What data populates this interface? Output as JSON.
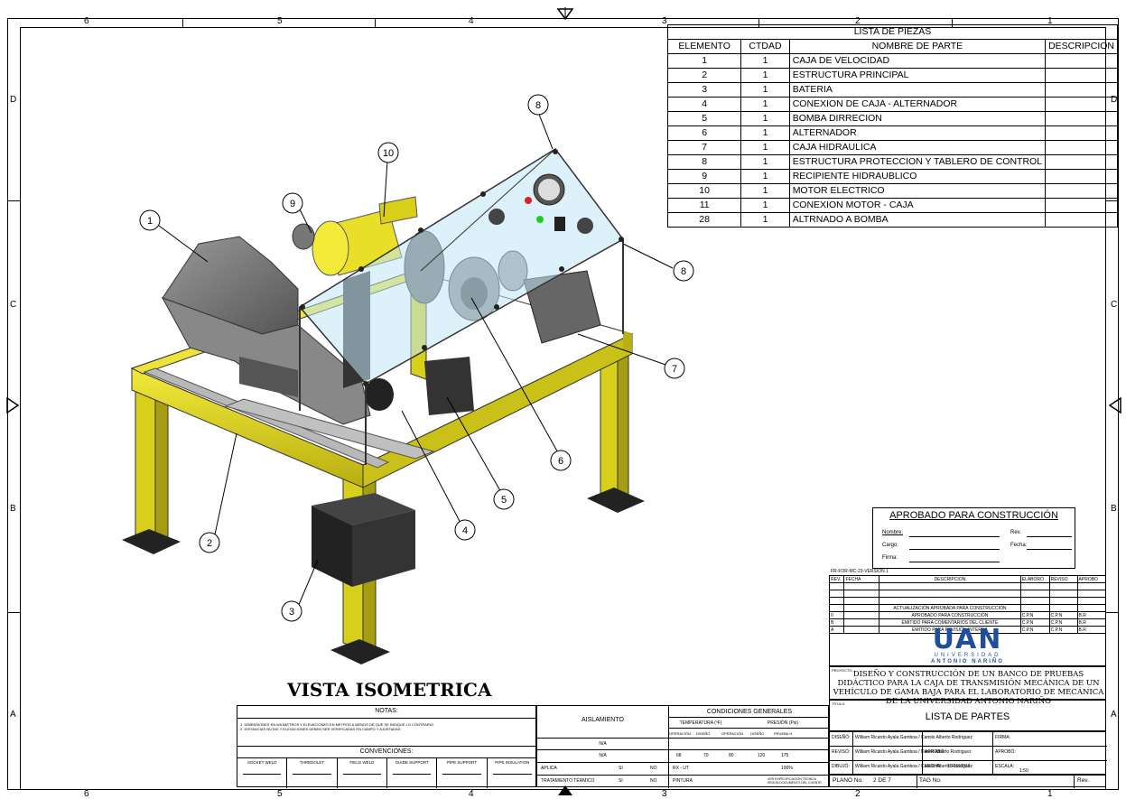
{
  "zones": {
    "top_cols": [
      "6",
      "5",
      "4",
      "3",
      "2",
      "1"
    ],
    "bottom_cols": [
      "6",
      "5",
      "4",
      "3",
      "2",
      "1"
    ],
    "rows": [
      "D",
      "C",
      "B",
      "A"
    ]
  },
  "parts_list": {
    "title": "LISTA DE PIEZAS",
    "headers": [
      "ELEMENTO",
      "CTDAD",
      "NOMBRE DE PARTE",
      "DESCRIPCION"
    ],
    "rows": [
      [
        "1",
        "1",
        "CAJA DE VELOCIDAD",
        ""
      ],
      [
        "2",
        "1",
        "ESTRUCTURA PRINCIPAL",
        ""
      ],
      [
        "3",
        "1",
        "BATERIA",
        ""
      ],
      [
        "4",
        "1",
        "CONEXION DE CAJA - ALTERNADOR",
        ""
      ],
      [
        "5",
        "1",
        "BOMBA DIRRECION",
        ""
      ],
      [
        "6",
        "1",
        " ALTERNADOR",
        ""
      ],
      [
        "7",
        "1",
        "CAJA HIDRAULICA",
        ""
      ],
      [
        "8",
        "1",
        "ESTRUCTURA PROTECCION Y TABLERO DE CONTROL",
        ""
      ],
      [
        "9",
        "1",
        "RECIPIENTE HIDRAUBLICO",
        ""
      ],
      [
        "10",
        "1",
        "MOTOR ELECTRICO",
        ""
      ],
      [
        "11",
        "1",
        "CONEXION MOTOR - CAJA",
        ""
      ],
      [
        "28",
        "1",
        "ALTRNADO A BOMBA",
        ""
      ]
    ]
  },
  "callouts": [
    "1",
    "2",
    "3",
    "4",
    "5",
    "6",
    "7",
    "8",
    "8",
    "9",
    "10"
  ],
  "view_title": "VISTA ISOMETRICA",
  "approval": {
    "title": "APROBADO PARA CONSTRUCCIÓN",
    "nombre": "Nombre:",
    "rev": "Rev.",
    "cargo": "Cargo:",
    "fecha": "Fecha:",
    "firma": "Firma:"
  },
  "revisions": {
    "code": "FR-FOR-MC-23-VERSIÓN 1",
    "headers": [
      "REV.",
      "FECHA",
      "DESCRIPCION",
      "ELABORO",
      "REVISO",
      "APROBO"
    ],
    "rows": [
      [
        "",
        "",
        "ACTUALIZACIÓN APROBADA PARA CONSTRUCCIÓN",
        "",
        "",
        ""
      ],
      [
        "0",
        "",
        "APROBADO PARA CONSTRUCCIÓN",
        "C.P.N",
        "C.P.N",
        "B.R"
      ],
      [
        "B",
        "",
        "EMITIDO PARA COMENTARIOS DEL CLIENTE",
        "C.P.N",
        "C.P.N",
        "B.R"
      ],
      [
        "A",
        "",
        "EMITIDO PARA REVISIÓN INTERNA",
        "C.P.N",
        "C.P.N",
        "B.R"
      ]
    ]
  },
  "logo": {
    "main": "UAN",
    "sub1": "UNIVERSIDAD",
    "sub2": "ANTONIO NARIÑO",
    "color": "#1e4f9c"
  },
  "project": {
    "label": "PROYECTO:",
    "title": "DISEÑO Y CONSTRUCCIÓN DE UN BANCO DE PRUEBAS DIDÁCTICO PARA LA CAJA DE TRANSMISIÓN MECÁNICA DE UN VEHÍCULO DE GAMA BAJA PARA EL LABORATORIO DE MECÁNICA DE LA UNIVERSIDAD ANTONIO NARIÑO"
  },
  "plan_title": {
    "label": "TÍTULO:",
    "value": "LISTA DE PARTES"
  },
  "signatures": [
    {
      "role": "DISEÑÓ:",
      "names": "William Ricardo Ayala Gamboa / Camilo Alberto Rodríguez"
    },
    {
      "role": "REVISÓ:",
      "names": "William Ricardo Ayala Gamboa / Daniel Alberto Rodríguez"
    },
    {
      "role": "DIBUJÓ:",
      "names": "William Ricardo Ayala Gamboa / Camilo Alberto Rodríguez"
    }
  ],
  "sign_side": [
    "FIRMA:",
    "APROBÓ:",
    "ESCALA:"
  ],
  "scale": "1:50",
  "fecha_label": "FECHA:",
  "fecha_value": "15-10-2019",
  "revisado_label": "APROBÓ:",
  "plano": {
    "label": "PLANO No.",
    "value": "2 DE 7"
  },
  "tag": "TAG No.",
  "rev_label": "Rev.",
  "notes": {
    "title": "NOTAS:",
    "lines": [
      "1. DIMENSIONES EN MILÍMETROS Y ELEVACIONES EN METROS A MENOS DE QUE SE INDIQUE LO CONTRARIO",
      "2. DISTANCIAS NUTAS Y ELEVACIONES DEBEN SER VERIFICADAS EN CAMPO Y AJUSTADAS"
    ]
  },
  "conventions": {
    "title": "CONVENCIONES:",
    "items": [
      "SOCKET WELD",
      "THREDOLET",
      "FIELD WELD",
      "GUIDE SUPPORT",
      "PIPE SUPPORT",
      "PIPE INSULATION"
    ]
  },
  "insulation": {
    "title": "AISLAMIENTO",
    "r1": "N/A",
    "r2": "N/A"
  },
  "conditions": {
    "title": "CONDICIONES GENERALES",
    "temp": "TEMPERATURA (ºF)",
    "pres": "PRESIÓN (Psi)",
    "sub": [
      "OPERACIÓN",
      "DISEÑO",
      "OPERACIÓN",
      "DISEÑO",
      "PRUEBA H."
    ],
    "vals": [
      "68",
      "70",
      "80",
      "120",
      "175"
    ],
    "rx": "RX - UT",
    "rx_pct": "100%",
    "pintura": "PINTURA",
    "note": "VER ESPECIFICACIÓN TÉCNICA SEGÚN DOCUMENTO DEL CLIENTE"
  },
  "aplica": {
    "label": "APLICA",
    "si": "SI",
    "no": "NO"
  },
  "tratamiento": "TRATAMIENTO TÉRMICO"
}
